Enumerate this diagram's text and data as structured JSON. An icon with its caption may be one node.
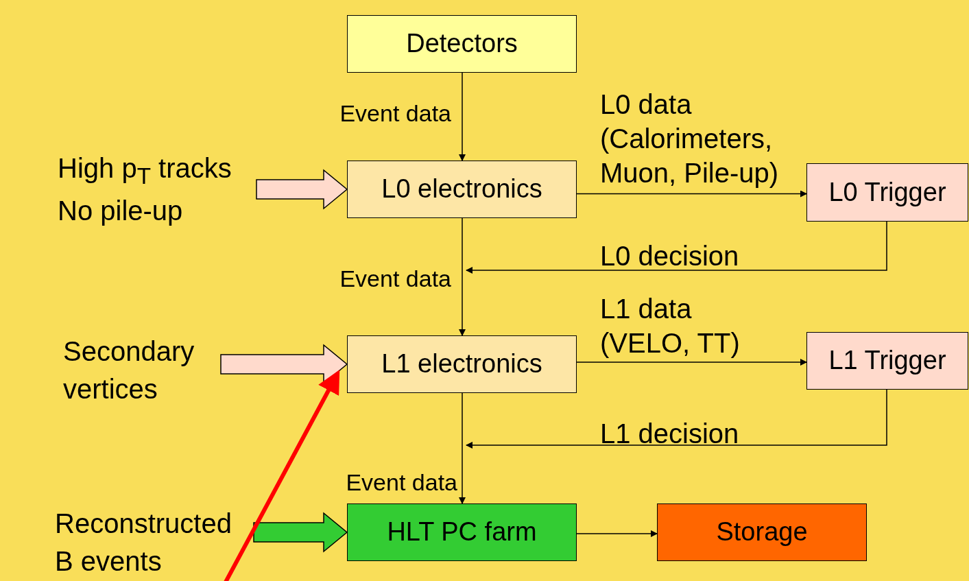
{
  "diagram": {
    "nodes": [
      {
        "text": [
          "Detectors"
        ]
      },
      {
        "text": [
          "L0 electronics"
        ]
      },
      {
        "text": [
          "L0 Trigger"
        ]
      },
      {
        "text": [
          "L1 electronics"
        ]
      },
      {
        "text": [
          "L1 Trigger"
        ]
      },
      {
        "text": [
          "HLT PC farm"
        ]
      },
      {
        "text": [
          "Storage"
        ]
      },
      {
        "text": [
          "High p$_{T}$ tracks No pile-up"
        ]
      },
      {
        "text": [
          "Secondary vertices"
        ]
      },
      {
        "text": [
          "Reconstructed B events"
        ]
      }
    ],
    "edges": [
      {
        "from": 0,
        "to": 1,
        "arrow": "to",
        "label": "Event data"
      },
      {
        "from": 1,
        "to": 2,
        "arrow": "to",
        "label": "L0 data (Calorimeters, Muon, Pile-up)"
      },
      {
        "from": 2,
        "to": null,
        "arrow": "to",
        "label": "L0 decision"
      },
      {
        "from": 1,
        "to": 3,
        "arrow": "to",
        "label": "Event data"
      },
      {
        "from": 3,
        "to": 4,
        "arrow": "to",
        "label": "L1 data (VELO, TT)"
      },
      {
        "from": 4,
        "to": null,
        "arrow": "to",
        "label": "L1 decision"
      },
      {
        "from": 3,
        "to": 5,
        "arrow": "to",
        "label": "Event data"
      },
      {
        "from": 5,
        "to": 6,
        "arrow": "to"
      },
      {
        "from": 7,
        "to": 1,
        "arrow": "to",
        "style": "thick",
        "color": "#ffdacc"
      },
      {
        "from": 8,
        "to": 3,
        "arrow": "to",
        "style": "thick",
        "color": "#ffdacc"
      },
      {
        "from": 9,
        "to": 5,
        "arrow": "to",
        "style": "thick",
        "color": "#33cc33"
      },
      {
        "from": null,
        "to": 3,
        "arrow": "to",
        "style": "thick",
        "color": "#ff0000"
      }
    ]
  }
}
